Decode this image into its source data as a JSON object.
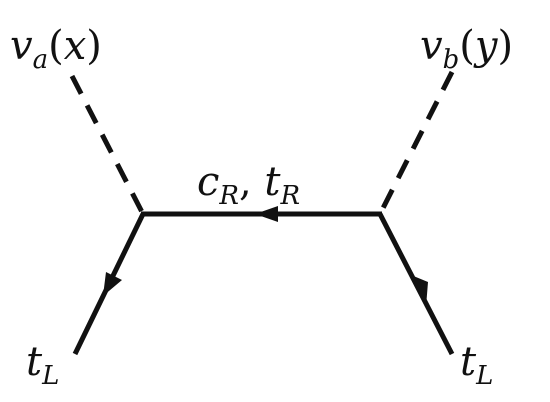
{
  "labels": {
    "va": {
      "sym": "v",
      "sub": "a",
      "arg": "x"
    },
    "vb": {
      "sym": "v",
      "sub": "b",
      "arg": "y"
    },
    "prop": {
      "sym1": "c",
      "sub1": "R",
      "sym2": "t",
      "sub2": "R"
    },
    "tl_left": {
      "sym": "t",
      "sub": "L"
    },
    "tl_right": {
      "sym": "t",
      "sub": "L"
    }
  },
  "style": {
    "line_color": "#111111"
  }
}
